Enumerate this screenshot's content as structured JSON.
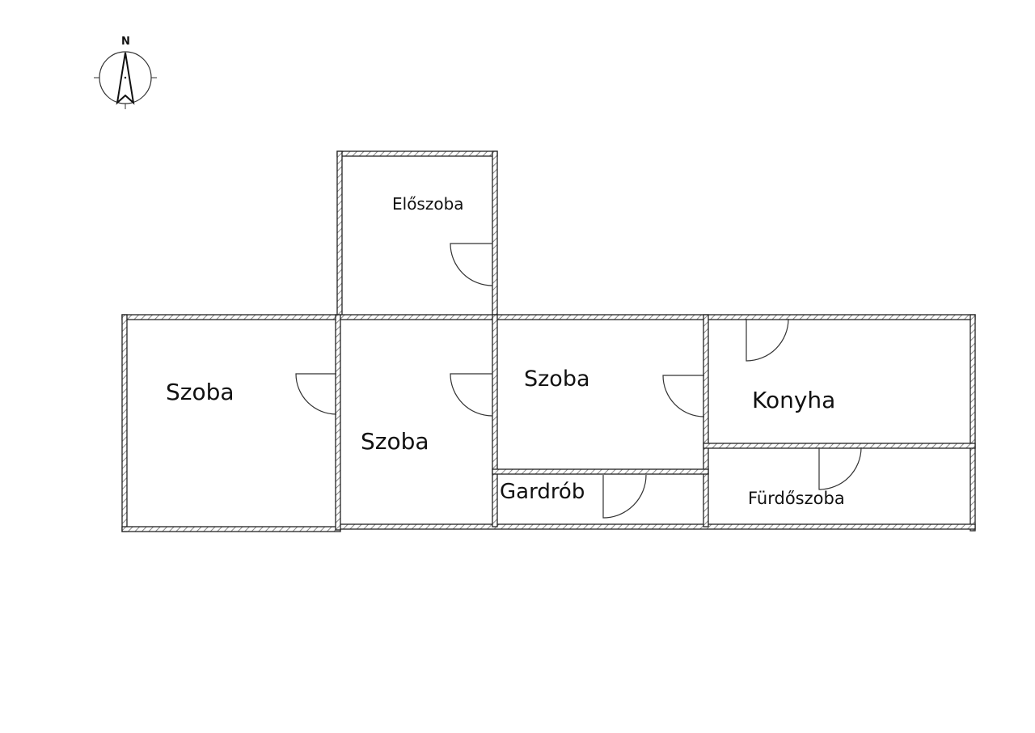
{
  "compass": {
    "north_label": "N"
  },
  "rooms": [
    {
      "name": "Előszoba"
    },
    {
      "name": "Szoba"
    },
    {
      "name": "Szoba"
    },
    {
      "name": "Szoba"
    },
    {
      "name": "Konyha"
    },
    {
      "name": "Gardrób"
    },
    {
      "name": "Fürdőszoba"
    }
  ],
  "colors": {
    "line": "#222222",
    "background": "#ffffff"
  }
}
